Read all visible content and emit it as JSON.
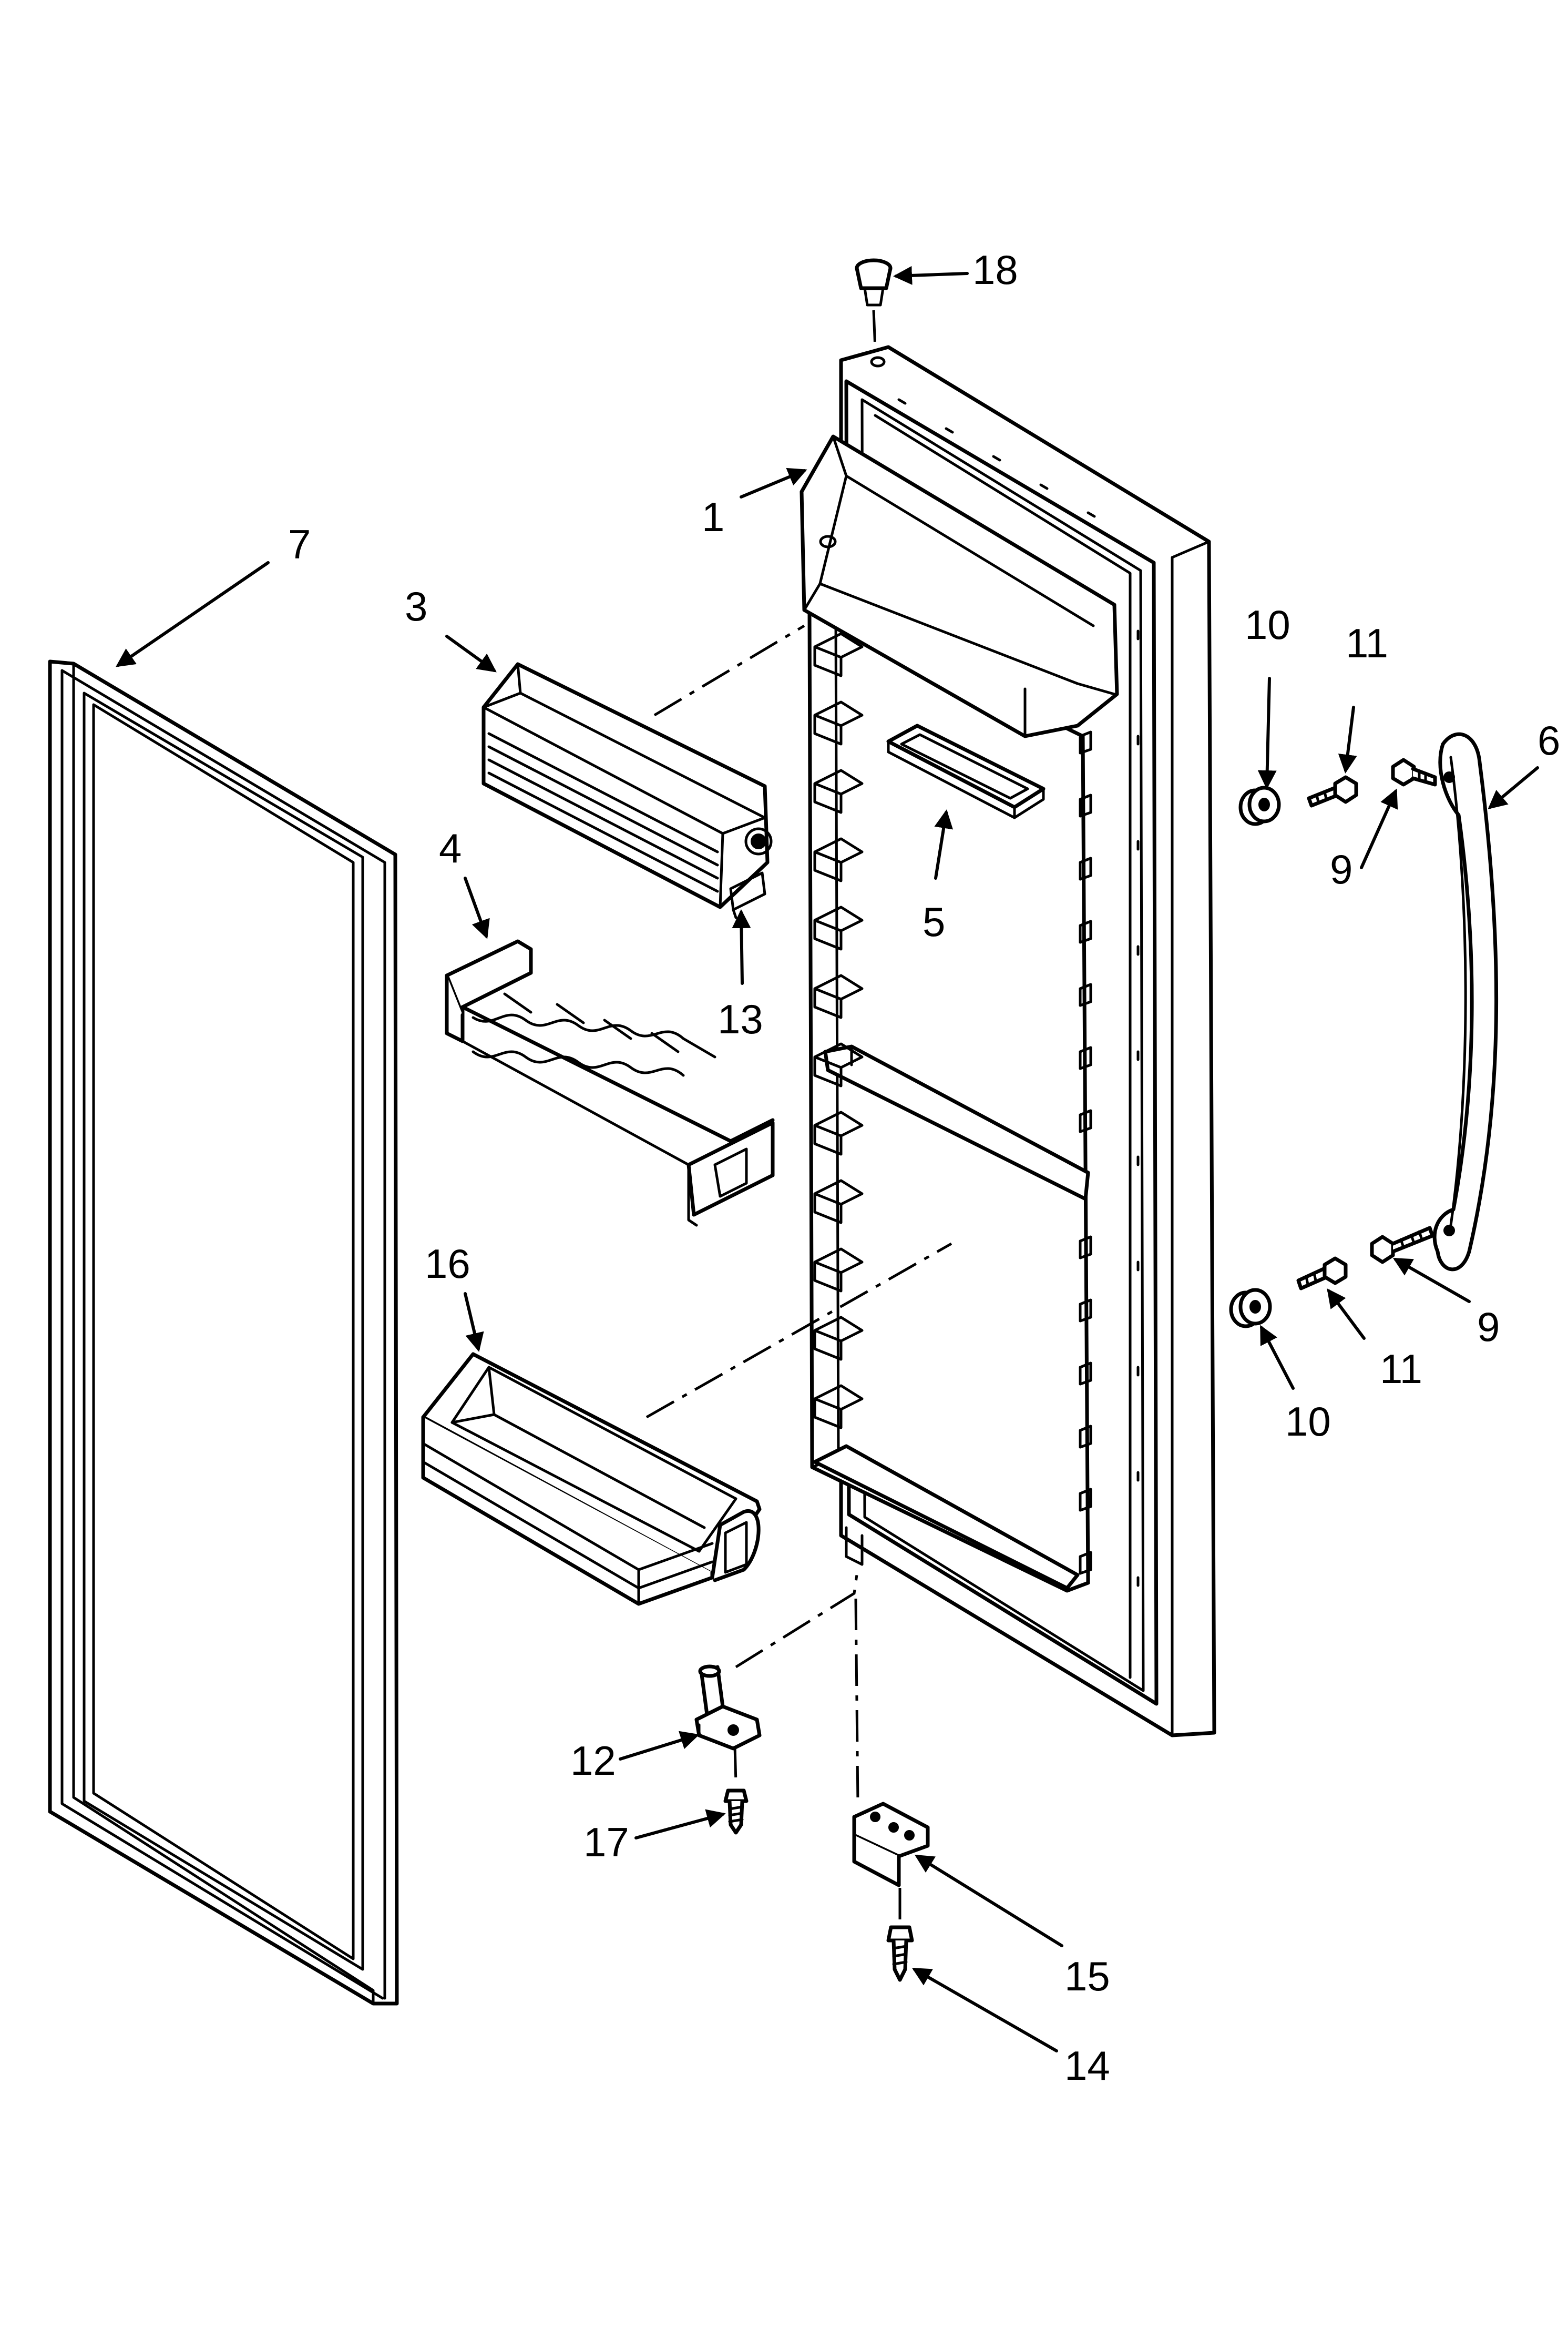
{
  "callouts": {
    "c1": "1",
    "c3": "3",
    "c4": "4",
    "c5": "5",
    "c6": "6",
    "c7": "7",
    "c9a": "9",
    "c9b": "9",
    "c10a": "10",
    "c10b": "10",
    "c11a": "11",
    "c11b": "11",
    "c12": "12",
    "c13": "13",
    "c14": "14",
    "c15": "15",
    "c16": "16",
    "c17": "17",
    "c18": "18"
  }
}
